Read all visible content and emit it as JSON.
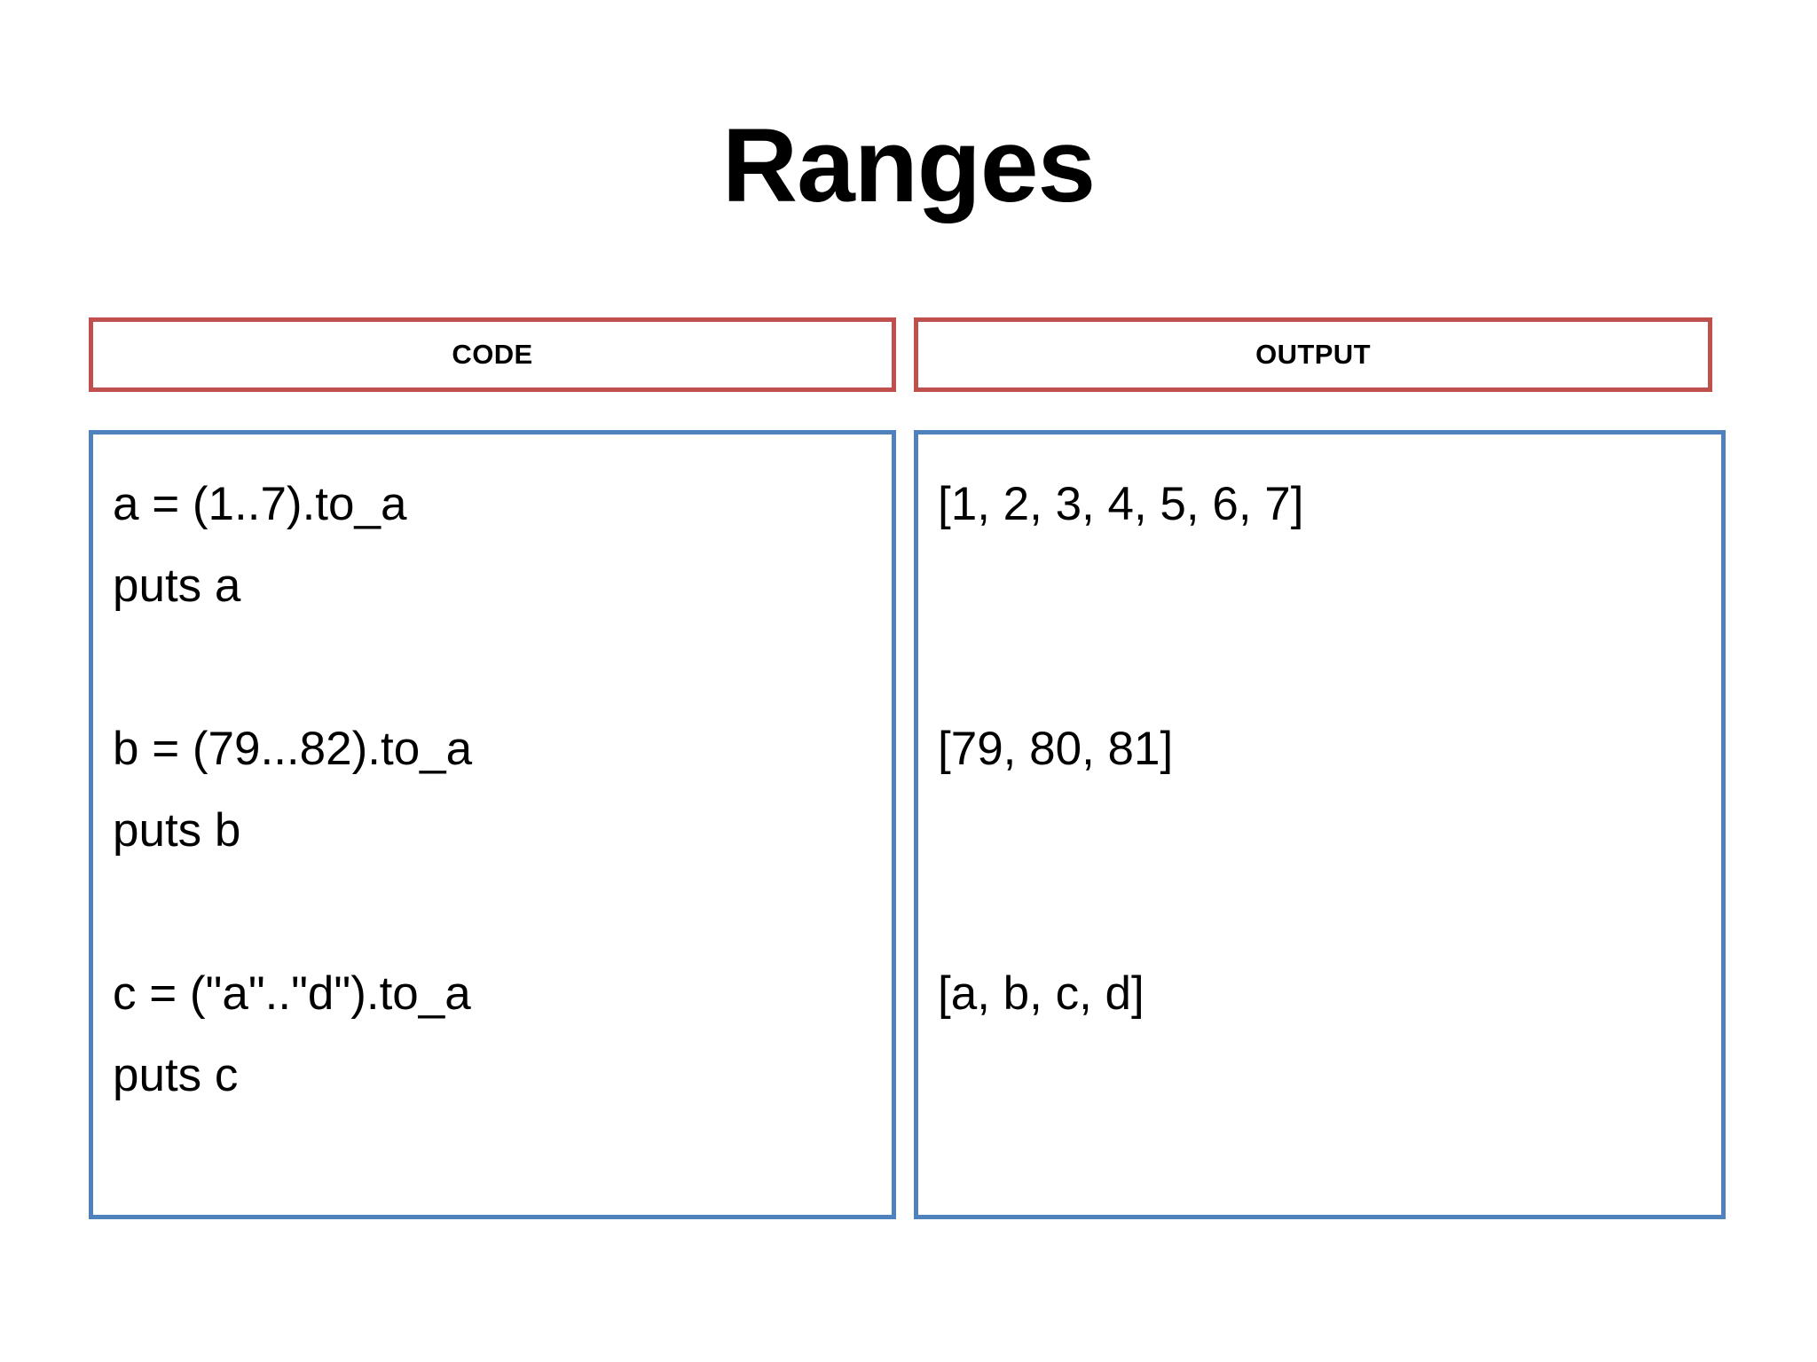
{
  "slide": {
    "title": "Ranges",
    "accent_red": "#c0504d",
    "accent_blue": "#4f81bd",
    "background": "#ffffff"
  },
  "columns": {
    "code": {
      "header": "CODE",
      "lines": [
        "a = (1..7).to_a",
        "puts a",
        "",
        "b = (79...82).to_a",
        "puts b",
        "",
        "c = (\"a\"..\"d\").to_a",
        "puts c"
      ]
    },
    "output": {
      "header": "OUTPUT",
      "lines": [
        "[1, 2, 3, 4, 5, 6, 7]",
        "",
        "",
        "[79, 80, 81]",
        "",
        "",
        "[a, b, c, d]",
        ""
      ]
    }
  }
}
